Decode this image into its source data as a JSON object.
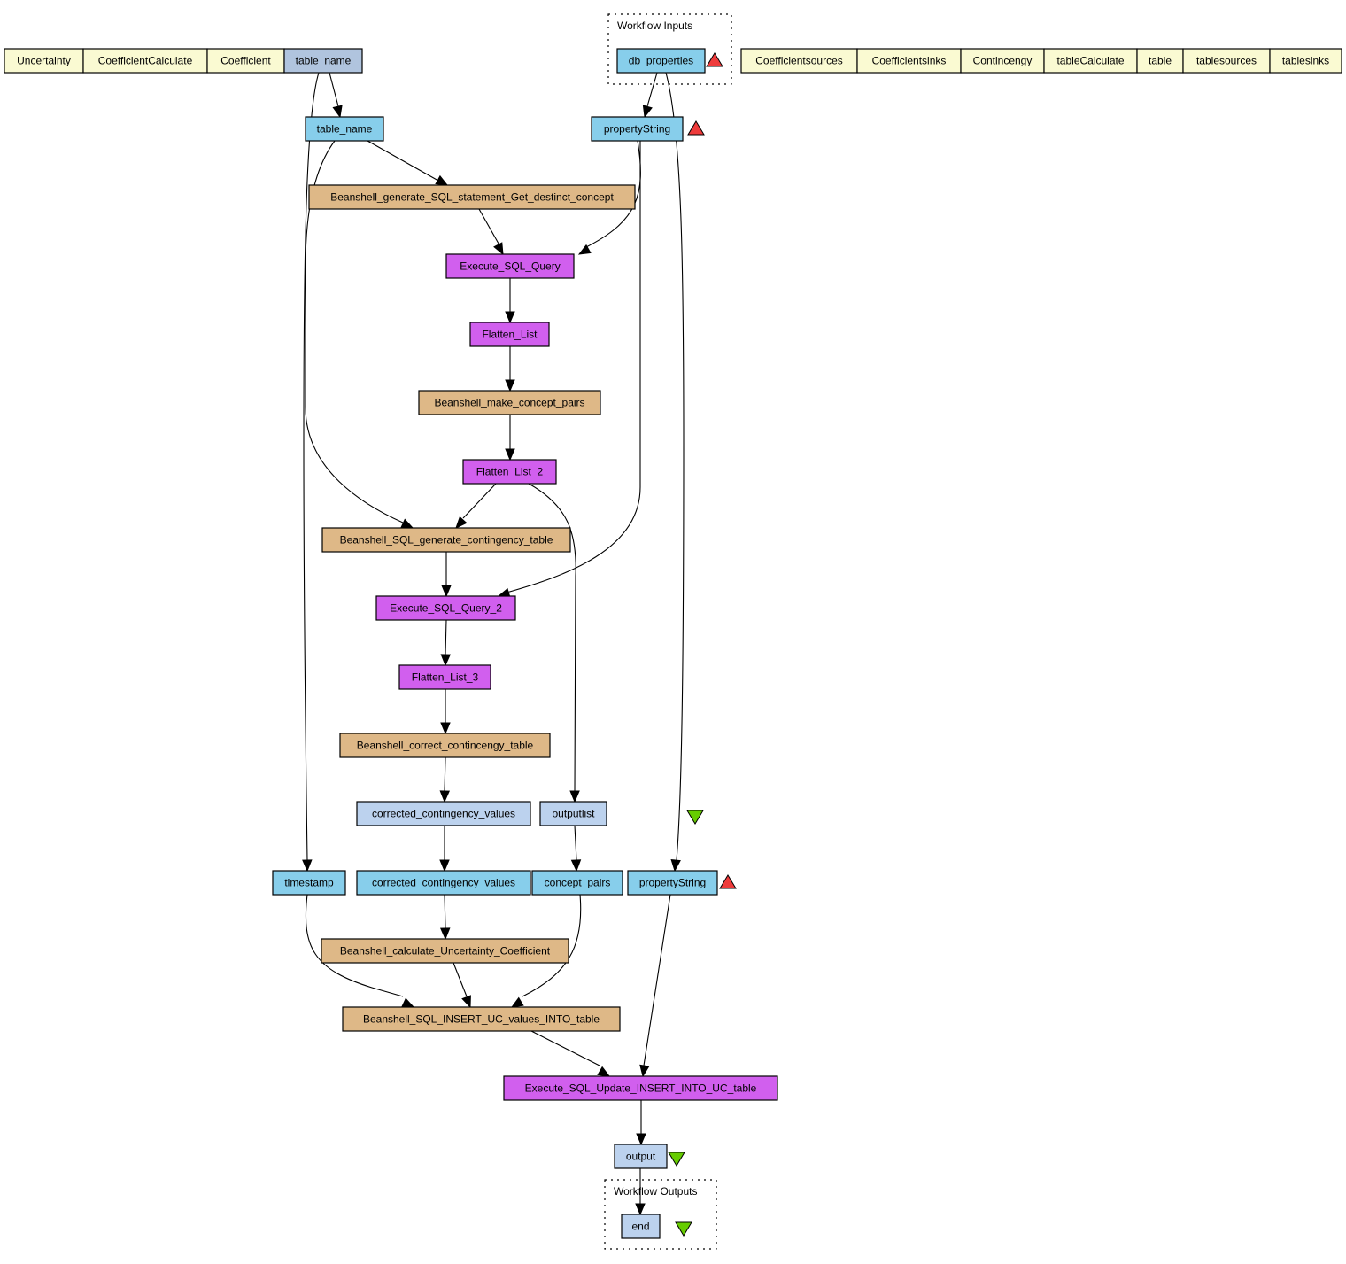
{
  "colors": {
    "beanshell": "#deb887",
    "service": "#d15fee",
    "input_port": "#87ceeb",
    "output_port": "#bcd2ee",
    "constant": "#fafad2",
    "constant_port": "#b0c4de",
    "port_up": "#ee3b3b",
    "port_down": "#66cc00"
  },
  "clusters": [
    {
      "id": "workflow-inputs",
      "label": "Workflow Inputs"
    },
    {
      "id": "workflow-outputs",
      "label": "Workflow Outputs"
    }
  ],
  "header_strip_left": [
    {
      "id": "h_uncertainty",
      "label": "Uncertainty",
      "kind": "constant"
    },
    {
      "id": "h_coefficientcalculate",
      "label": "CoefficientCalculate",
      "kind": "constant"
    },
    {
      "id": "h_coefficient",
      "label": "Coefficient",
      "kind": "constant"
    },
    {
      "id": "h_table_name",
      "label": "table_name",
      "kind": "constant_port"
    }
  ],
  "header_strip_right": [
    {
      "id": "h_coefficientsources",
      "label": "Coefficientsources",
      "kind": "constant"
    },
    {
      "id": "h_coefficientsinks",
      "label": "Coefficientsinks",
      "kind": "constant"
    },
    {
      "id": "h_contincengy",
      "label": "Contincengy",
      "kind": "constant"
    },
    {
      "id": "h_tablecalculate",
      "label": "tableCalculate",
      "kind": "constant"
    },
    {
      "id": "h_table",
      "label": "table",
      "kind": "constant"
    },
    {
      "id": "h_tablesources",
      "label": "tablesources",
      "kind": "constant"
    },
    {
      "id": "h_tablesinks",
      "label": "tablesinks",
      "kind": "constant"
    }
  ],
  "nodes": [
    {
      "id": "db_properties",
      "label": "db_properties",
      "kind": "input_port"
    },
    {
      "id": "table_name",
      "label": "table_name",
      "kind": "input_port"
    },
    {
      "id": "propertyString1",
      "label": "propertyString",
      "kind": "input_port"
    },
    {
      "id": "gen_sql",
      "label": "Beanshell_generate_SQL_statement_Get_destinct_concept",
      "kind": "beanshell"
    },
    {
      "id": "exec_sql",
      "label": "Execute_SQL_Query",
      "kind": "service"
    },
    {
      "id": "flatten1",
      "label": "Flatten_List",
      "kind": "service"
    },
    {
      "id": "make_pairs",
      "label": "Beanshell_make_concept_pairs",
      "kind": "beanshell"
    },
    {
      "id": "flatten2",
      "label": "Flatten_List_2",
      "kind": "service"
    },
    {
      "id": "gen_cont",
      "label": "Beanshell_SQL_generate_contingency_table",
      "kind": "beanshell"
    },
    {
      "id": "exec_sql2",
      "label": "Execute_SQL_Query_2",
      "kind": "service"
    },
    {
      "id": "flatten3",
      "label": "Flatten_List_3",
      "kind": "service"
    },
    {
      "id": "correct_cont",
      "label": "Beanshell_correct_contincengy_table",
      "kind": "beanshell"
    },
    {
      "id": "ccv_out",
      "label": "corrected_contingency_values",
      "kind": "output_port"
    },
    {
      "id": "outputlist",
      "label": "outputlist",
      "kind": "output_port"
    },
    {
      "id": "timestamp",
      "label": "timestamp",
      "kind": "input_port"
    },
    {
      "id": "ccv_in",
      "label": "corrected_contingency_values",
      "kind": "input_port"
    },
    {
      "id": "concept_pairs",
      "label": "concept_pairs",
      "kind": "input_port"
    },
    {
      "id": "propertyString2",
      "label": "propertyString",
      "kind": "input_port"
    },
    {
      "id": "calc_uc",
      "label": "Beanshell_calculate_Uncertainty_Coefficient",
      "kind": "beanshell"
    },
    {
      "id": "insert_uc",
      "label": "Beanshell_SQL_INSERT_UC_values_INTO_table",
      "kind": "beanshell"
    },
    {
      "id": "exec_update",
      "label": "Execute_SQL_Update_INSERT_INTO_UC_table",
      "kind": "service"
    },
    {
      "id": "output",
      "label": "output",
      "kind": "output_port"
    },
    {
      "id": "end",
      "label": "end",
      "kind": "output_port"
    }
  ],
  "edges": [
    {
      "from": "h_table_name",
      "to": "table_name"
    },
    {
      "from": "h_table_name",
      "to": "timestamp"
    },
    {
      "from": "db_properties",
      "to": "propertyString1"
    },
    {
      "from": "db_properties",
      "to": "propertyString2"
    },
    {
      "from": "table_name",
      "to": "gen_sql"
    },
    {
      "from": "table_name",
      "to": "gen_cont"
    },
    {
      "from": "propertyString1",
      "to": "exec_sql"
    },
    {
      "from": "propertyString1",
      "to": "exec_sql2"
    },
    {
      "from": "gen_sql",
      "to": "exec_sql"
    },
    {
      "from": "exec_sql",
      "to": "flatten1"
    },
    {
      "from": "flatten1",
      "to": "make_pairs"
    },
    {
      "from": "make_pairs",
      "to": "flatten2"
    },
    {
      "from": "flatten2",
      "to": "gen_cont"
    },
    {
      "from": "flatten2",
      "to": "outputlist"
    },
    {
      "from": "gen_cont",
      "to": "exec_sql2"
    },
    {
      "from": "exec_sql2",
      "to": "flatten3"
    },
    {
      "from": "flatten3",
      "to": "correct_cont"
    },
    {
      "from": "correct_cont",
      "to": "ccv_out"
    },
    {
      "from": "ccv_out",
      "to": "ccv_in"
    },
    {
      "from": "outputlist",
      "to": "concept_pairs"
    },
    {
      "from": "ccv_in",
      "to": "calc_uc"
    },
    {
      "from": "timestamp",
      "to": "insert_uc"
    },
    {
      "from": "calc_uc",
      "to": "insert_uc"
    },
    {
      "from": "concept_pairs",
      "to": "insert_uc"
    },
    {
      "from": "insert_uc",
      "to": "exec_update"
    },
    {
      "from": "propertyString2",
      "to": "exec_update"
    },
    {
      "from": "exec_update",
      "to": "output"
    },
    {
      "from": "output",
      "to": "end"
    }
  ],
  "port_markers": [
    {
      "near": "db_properties",
      "type": "input"
    },
    {
      "near": "propertyString1",
      "type": "input"
    },
    {
      "near": "propertyString2",
      "type": "input"
    },
    {
      "near": "outputlist-group",
      "type": "output"
    },
    {
      "near": "output",
      "type": "output"
    },
    {
      "near": "end",
      "type": "output"
    }
  ]
}
